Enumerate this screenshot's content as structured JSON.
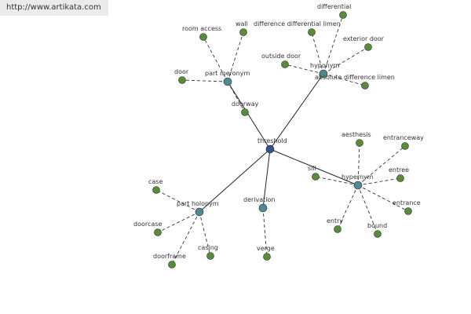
{
  "watermark": "http://www.artikata.com",
  "colors": {
    "center": "#3b4f8f",
    "relation": "#4f8a94",
    "leaf": "#5a8a3c",
    "solid_edge": "#222222",
    "dashed_edge": "#333333",
    "label": "#333333"
  },
  "nodes": {
    "threshold": "threshold",
    "hyponym": "hyponym",
    "part_meronym": "part meronym",
    "hypernym": "hypernym",
    "part_holonym": "part holonym",
    "derivation": "derivation",
    "differential": "differential",
    "difference_differential_limen": "difference differential limen",
    "exterior_door": "exterior door",
    "outside_door": "outside door",
    "absolute_difference_limen": "absolute difference limen",
    "room_access": "room access",
    "wall": "wall",
    "door": "door",
    "doorway": "doorway",
    "aesthesis": "aesthesis",
    "entranceway": "entranceway",
    "sill": "sill",
    "entree": "entree",
    "entrance": "entrance",
    "entry": "entry",
    "bound": "bound",
    "case": "case",
    "doorcase": "doorcase",
    "doorframe": "doorframe",
    "casing": "casing",
    "verge": "verge"
  }
}
